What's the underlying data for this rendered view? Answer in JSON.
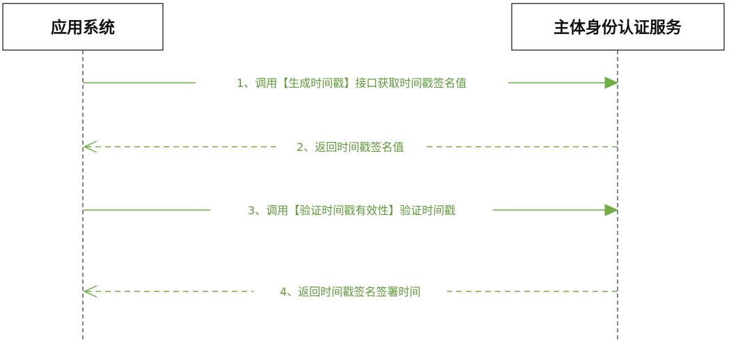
{
  "participants": [
    {
      "id": "app",
      "label": "应用系统"
    },
    {
      "id": "auth",
      "label": "主体身份认证服务"
    }
  ],
  "messages": [
    {
      "from": "app",
      "to": "auth",
      "style": "solid",
      "label": "1、调用【生成时间戳】接口获取时间戳签名值"
    },
    {
      "from": "auth",
      "to": "app",
      "style": "dashed",
      "label": "2、返回时间戳签名值"
    },
    {
      "from": "app",
      "to": "auth",
      "style": "solid",
      "label": "3、调用【验证时间戳有效性】验证时间戳"
    },
    {
      "from": "auth",
      "to": "app",
      "style": "dashed",
      "label": "4、返回时间戳签名签署时间"
    }
  ],
  "colors": {
    "message": "#70ad47",
    "label": "#5e9a3a",
    "box_border": "#222222"
  }
}
